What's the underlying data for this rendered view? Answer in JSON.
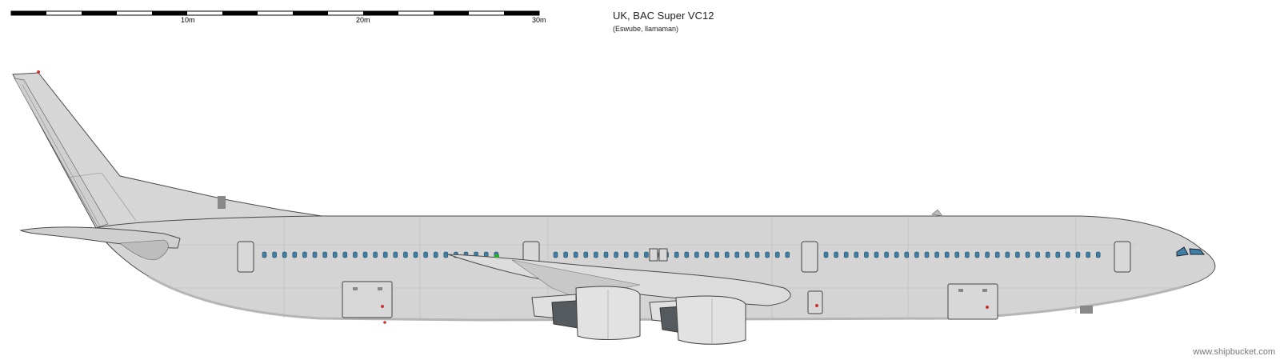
{
  "scale": {
    "ticks": [
      "10m",
      "20m",
      "30m"
    ]
  },
  "title": "UK, BAC Super VC12",
  "credits": "(Eswube, llamaman)",
  "watermark": "www.shipbucket.com",
  "colors": {
    "fuselage": "#d3d3d3",
    "outline": "#4a4a4a",
    "window": "#3f7fa6",
    "nacelle_dark": "#555a5e"
  }
}
